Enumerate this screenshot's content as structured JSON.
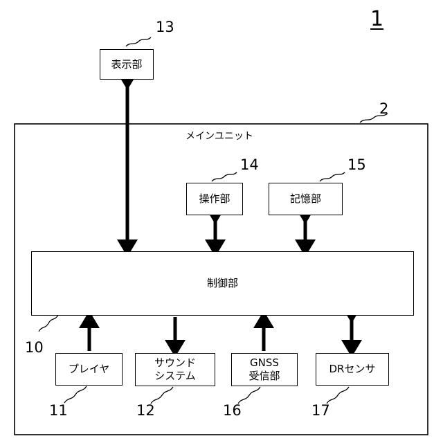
{
  "figure_number": "1",
  "main_unit": {
    "label": "メインユニット",
    "ref": "2"
  },
  "control": {
    "label": "制御部",
    "ref": "10"
  },
  "display": {
    "label": "表示部",
    "ref": "13"
  },
  "operation": {
    "label": "操作部",
    "ref": "14"
  },
  "storage": {
    "label": "記憶部",
    "ref": "15"
  },
  "player": {
    "label": "プレイヤ",
    "ref": "11"
  },
  "sound": {
    "label_line1": "サウンド",
    "label_line2": "システム",
    "ref": "12"
  },
  "gnss": {
    "label_line1": "GNSS",
    "label_line2": "受信部",
    "ref": "16"
  },
  "dr": {
    "label": "DRセンサ",
    "ref": "17"
  }
}
